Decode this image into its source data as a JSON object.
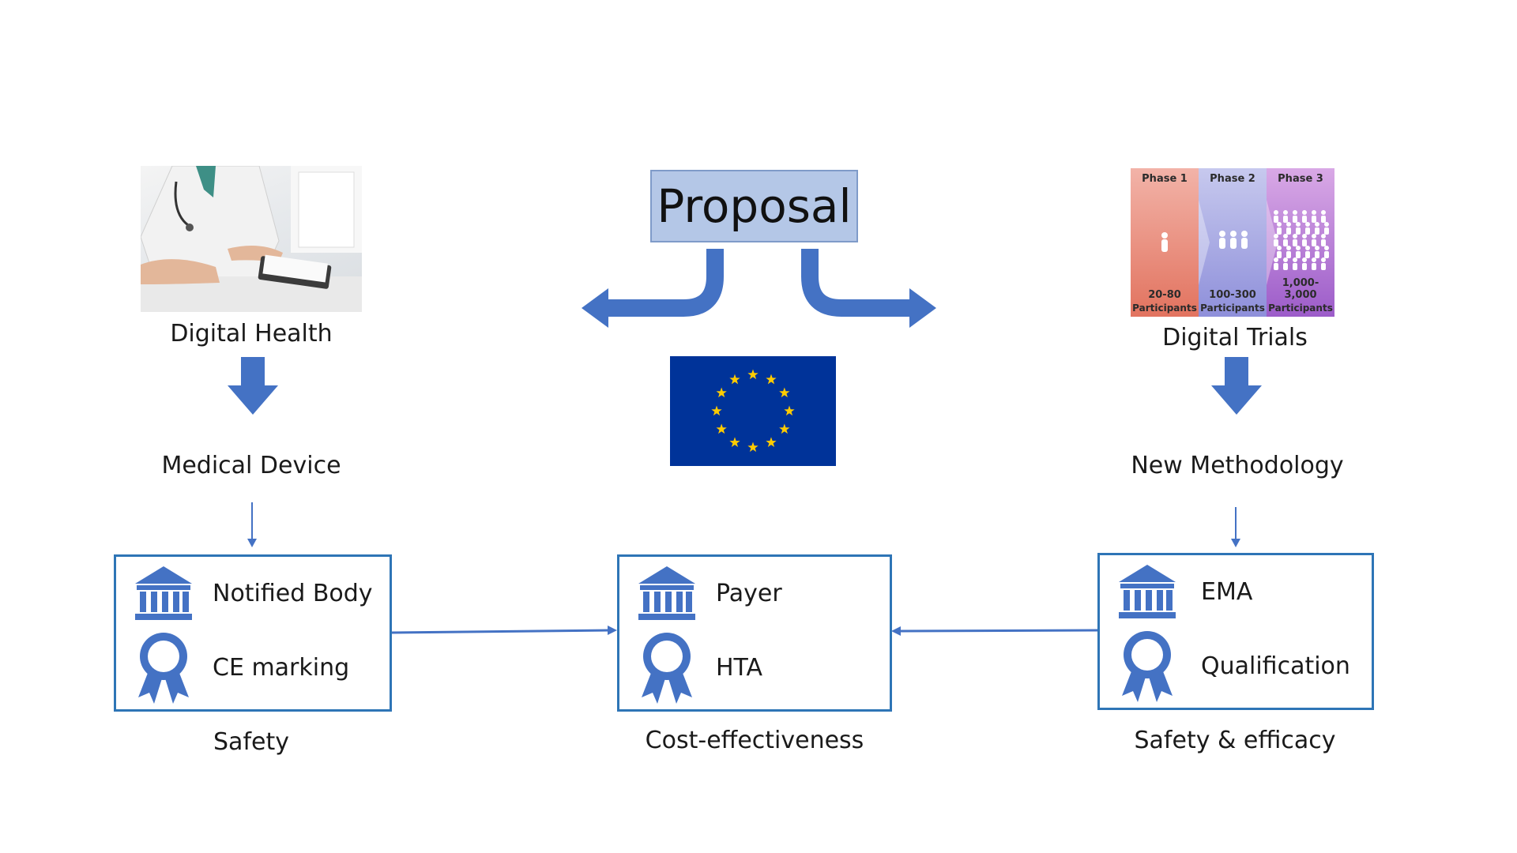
{
  "center": {
    "proposal_label": "Proposal",
    "bottom_caption": "Cost-effectiveness",
    "box_line1": "Payer",
    "box_line2": "HTA"
  },
  "left": {
    "image_caption": "Digital Health",
    "mid_label": "Medical Device",
    "box_line1": "Notified Body",
    "box_line2": "CE marking",
    "bottom_caption": "Safety"
  },
  "right": {
    "image_caption": "Digital Trials",
    "mid_label": "New Methodology",
    "box_line1": "EMA",
    "box_line2": "Qualification",
    "bottom_caption": "Safety & efficacy",
    "phases": [
      {
        "title": "Phase 1",
        "count": "20-80",
        "unit": "Participants"
      },
      {
        "title": "Phase 2",
        "count": "100-300",
        "unit": "Participants"
      },
      {
        "title": "Phase 3",
        "count": "1,000-3,000",
        "unit": "Participants"
      }
    ]
  },
  "icons": {
    "institution": "bank-building-icon",
    "certification": "award-ribbon-icon",
    "flag": "eu-flag-icon"
  },
  "colors": {
    "arrow": "#4472c4",
    "box_border": "#2e75b6",
    "proposal_fill": "#b4c7e7",
    "flag_blue": "#003399",
    "flag_star": "#ffcc00"
  }
}
